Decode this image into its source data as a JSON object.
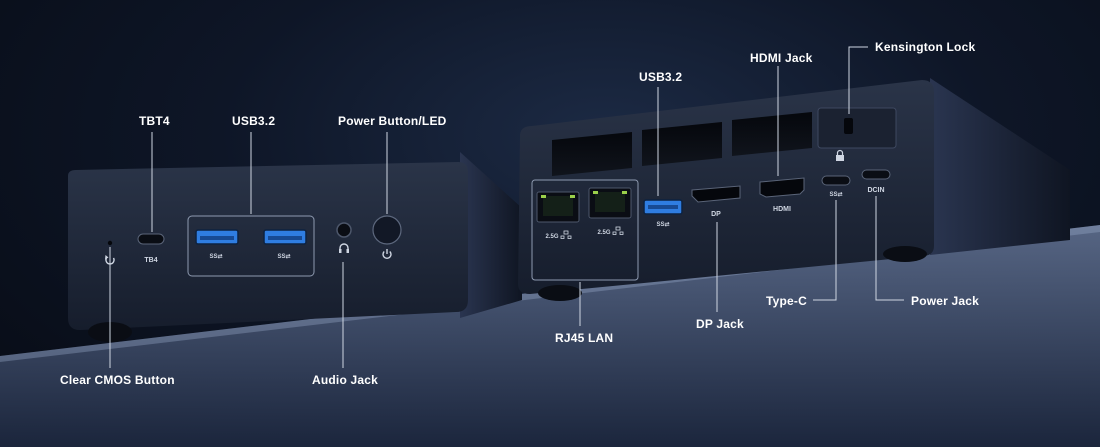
{
  "colors": {
    "background": "#0b1220",
    "device_body": "#1a2233",
    "usb_blue": "#2f7de1",
    "callout_line": "#cfd6e2",
    "label": "#ffffff"
  },
  "callouts": {
    "tbt4": "TBT4",
    "usb32_left": "USB3.2",
    "power_button_led": "Power Button/LED",
    "usb32_right": "USB3.2",
    "hdmi_jack": "HDMI Jack",
    "kensington_lock": "Kensington Lock",
    "clear_cmos": "Clear CMOS Button",
    "audio_jack": "Audio Jack",
    "rj45_lan": "RJ45 LAN",
    "dp_jack": "DP Jack",
    "type_c": "Type-C",
    "power_jack": "Power Jack"
  },
  "port_labels": {
    "tb4": "TB4",
    "lan1": "2.5G",
    "lan2": "2.5G",
    "dp": "DP",
    "hdmi": "HDMI",
    "dcin": "DCIN"
  },
  "icons": [
    "reset-icon",
    "power-icon",
    "headphone-icon",
    "lock-icon",
    "network-icon",
    "usb-ss-icon"
  ]
}
